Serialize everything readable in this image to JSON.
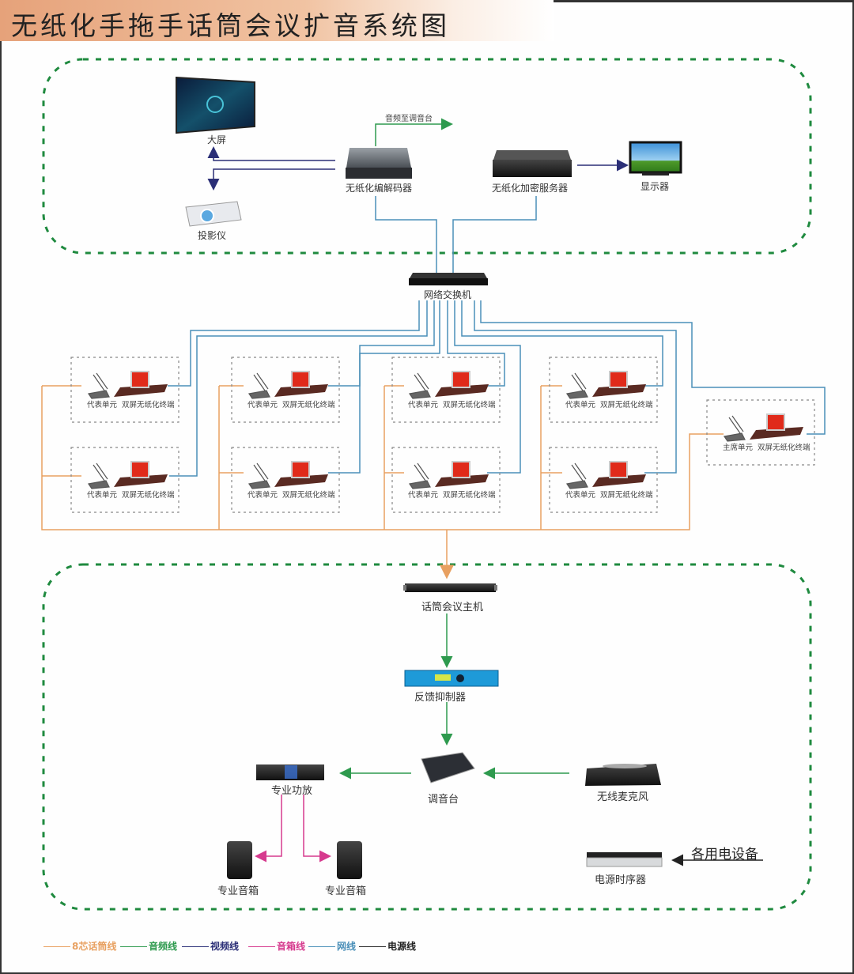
{
  "title": "无纸化手拖手话筒会议扩音系统图",
  "colors": {
    "mic_line": "#e8a060",
    "audio_line": "#2e9a4e",
    "video_line": "#2b2f77",
    "speaker_line": "#d63a8e",
    "network_line": "#4a8fb8",
    "power_line": "#222222",
    "zone_border": "#1f8a3f",
    "unit_border": "#888888"
  },
  "top_zone": {
    "big_screen": "大屏",
    "projector": "投影仪",
    "decoder": "无纸化编解码器",
    "audio_to_mixer": "音频至调音台",
    "server": "无纸化加密服务器",
    "monitor": "显示器"
  },
  "switch": "网络交换机",
  "units": [
    {
      "mic": "代表单元",
      "terminal": "双屏无纸化终端"
    },
    {
      "mic": "代表单元",
      "terminal": "双屏无纸化终端"
    },
    {
      "mic": "代表单元",
      "terminal": "双屏无纸化终端"
    },
    {
      "mic": "代表单元",
      "terminal": "双屏无纸化终端"
    },
    {
      "mic": "代表单元",
      "terminal": "双屏无纸化终端"
    },
    {
      "mic": "代表单元",
      "terminal": "双屏无纸化终端"
    },
    {
      "mic": "代表单元",
      "terminal": "双屏无纸化终端"
    },
    {
      "mic": "代表单元",
      "terminal": "双屏无纸化终端"
    },
    {
      "mic": "主席单元",
      "terminal": "双屏无纸化终端"
    }
  ],
  "bottom_zone": {
    "conf_host": "话筒会议主机",
    "feedback": "反馈抑制器",
    "mixer": "调音台",
    "amp": "专业功放",
    "wireless_mic": "无线麦克风",
    "speaker_left": "专业音箱",
    "speaker_right": "专业音箱",
    "power_seq": "电源时序器",
    "spare_power": "各用电设备"
  },
  "legend": [
    {
      "label": "8芯话筒线",
      "color": "#e8a060"
    },
    {
      "label": "音频线",
      "color": "#2e9a4e"
    },
    {
      "label": "视频线",
      "color": "#2b2f77"
    },
    {
      "label": "音箱线",
      "color": "#d63a8e"
    },
    {
      "label": "网线",
      "color": "#4a8fb8"
    },
    {
      "label": "电源线",
      "color": "#222222"
    }
  ]
}
